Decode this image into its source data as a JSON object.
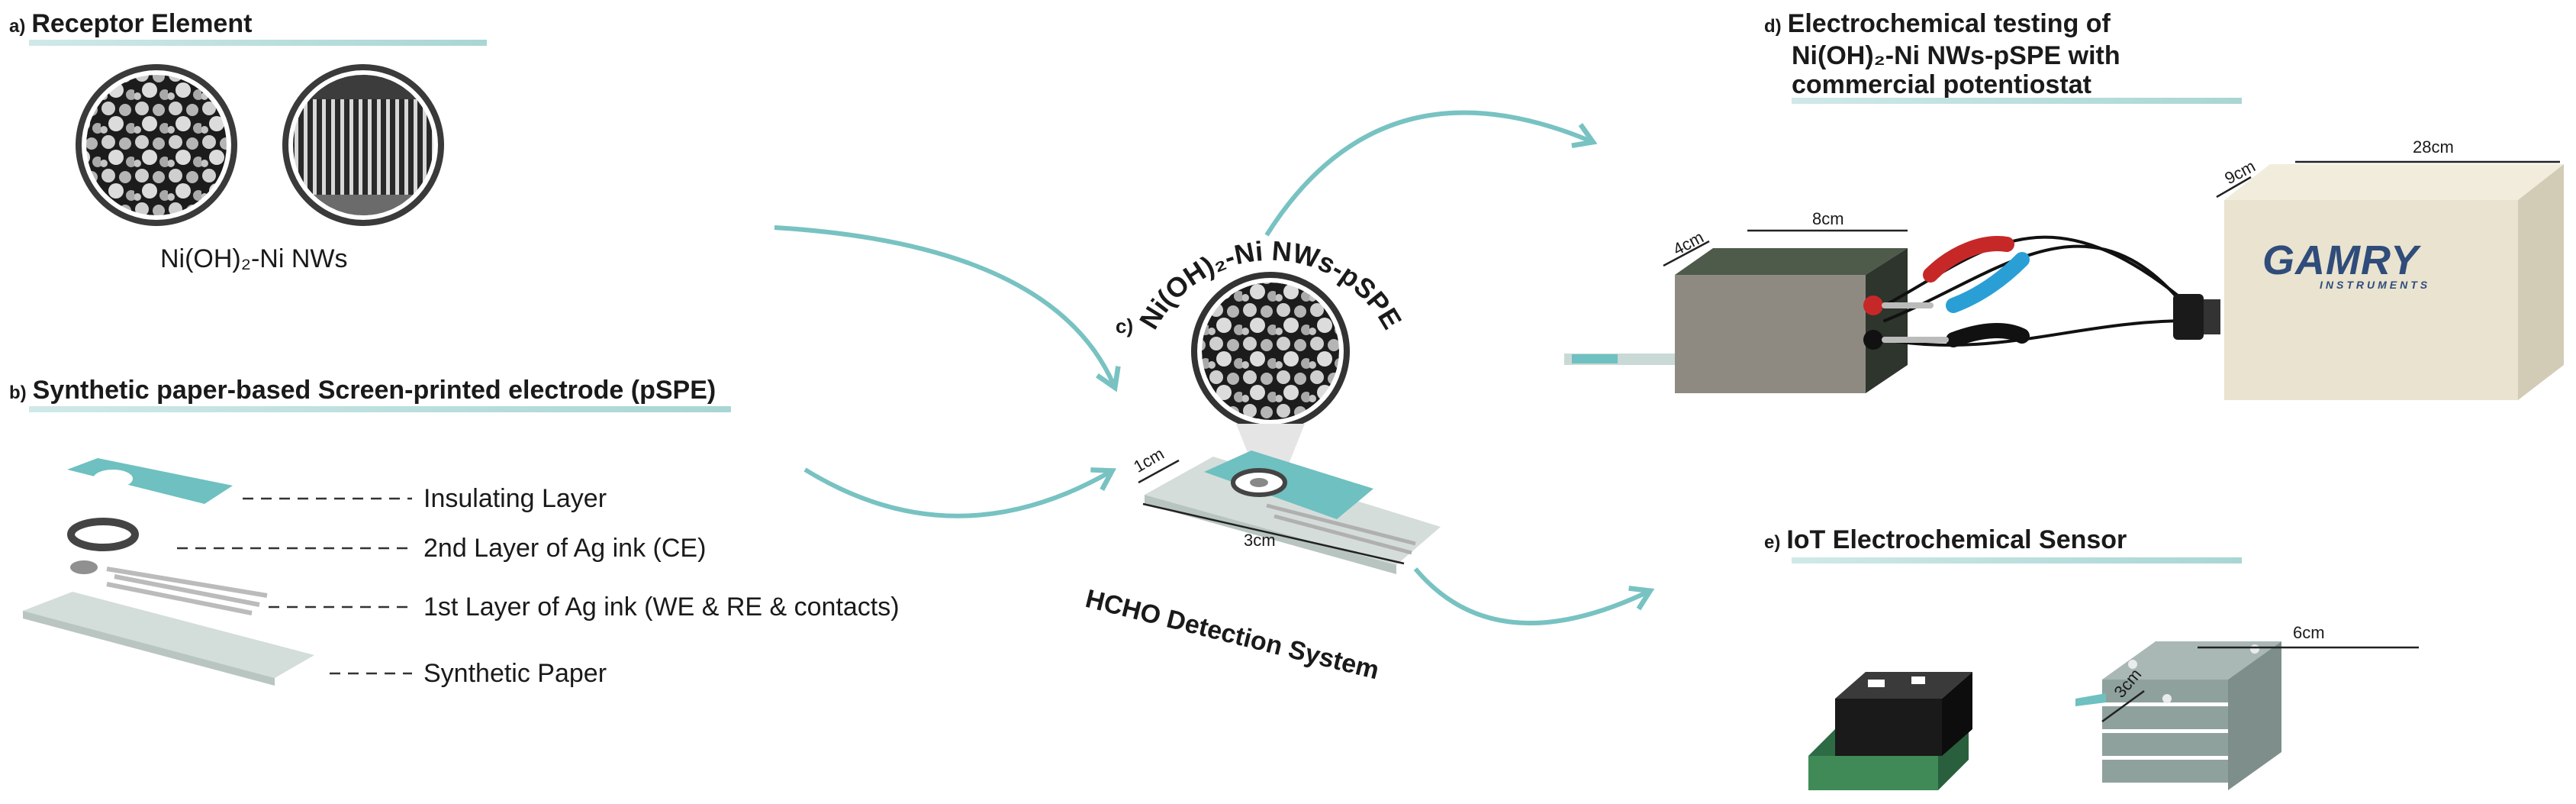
{
  "sections": {
    "a": {
      "letter": "a)",
      "title": "Receptor Element",
      "caption": "Ni(OH)₂-Ni NWs"
    },
    "b": {
      "letter": "b)",
      "title": "Synthetic paper-based Screen-printed electrode (pSPE)",
      "layers": [
        "Insulating Layer",
        "2nd Layer of Ag ink (CE)",
        "1st Layer of Ag ink (WE & RE & contacts)",
        "Synthetic Paper"
      ]
    },
    "c": {
      "letter": "c)",
      "arc_label": "Ni(OH)₂-Ni NWs-pSPE",
      "system": "HCHO Detection System",
      "dim_width": "1cm",
      "dim_length": "3cm"
    },
    "d": {
      "letter": "d)",
      "title_lines": [
        "Electrochemical testing of",
        "Ni(OH)₂-Ni NWs-pSPE with",
        "commercial potentiostat"
      ],
      "dim_4cm": "4cm",
      "dim_8cm": "8cm",
      "dim_9cm": "9cm",
      "dim_28cm": "28cm",
      "brand": "GAMRY",
      "brand_sub": "INSTRUMENTS"
    },
    "e": {
      "letter": "e)",
      "title": "IoT Electrochemical Sensor",
      "dim_3cm": "3cm",
      "dim_6cm": "6cm"
    }
  },
  "colors": {
    "teal": "#6fc0c0",
    "arrow": "#78c2c2",
    "box_front": "#8e8a82",
    "box_top": "#4e5a4a",
    "gamry_front": "#e9e3cf",
    "gamry_side": "#d2ccb6",
    "gamry_logo": "#2f4c7a"
  }
}
